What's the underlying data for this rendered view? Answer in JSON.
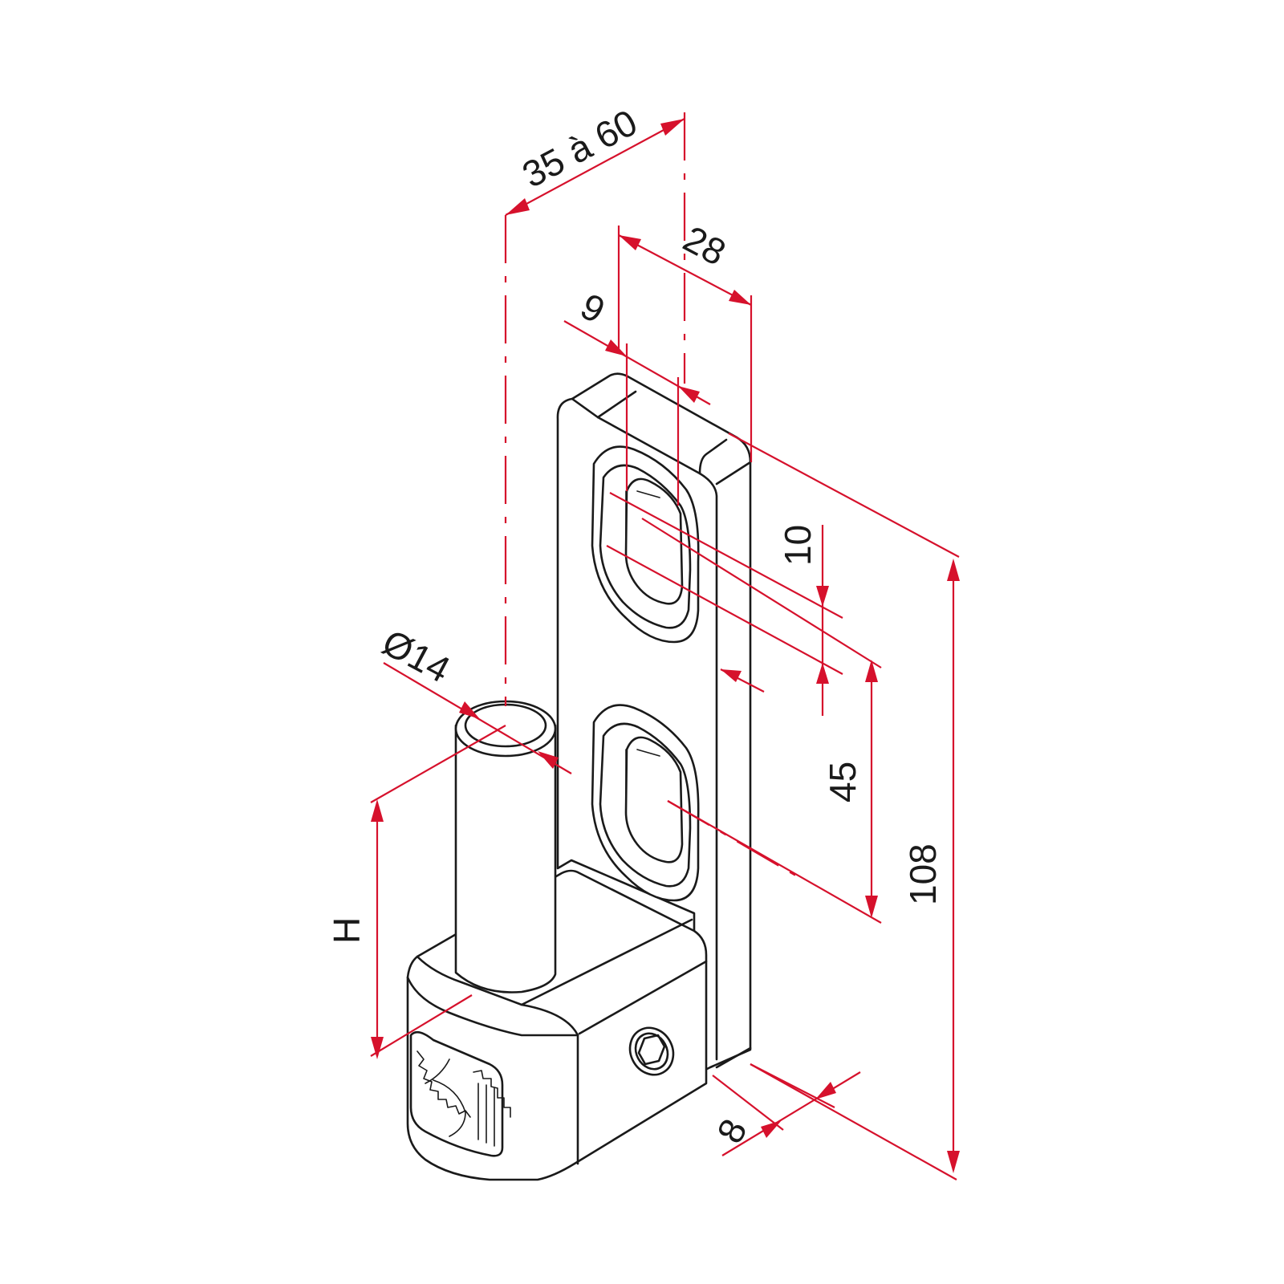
{
  "dimensions": {
    "width_range": "35 à 60",
    "hole_offset": "28",
    "hole_width": "9",
    "slot_length": "10",
    "hole_spacing": "45",
    "total_height": "108",
    "pin_diameter": "Ø14",
    "pin_height": "H",
    "plate_thickness": "8"
  },
  "colors": {
    "dimension": "#d6112c",
    "part": "#1a1a1a",
    "background": "#ffffff"
  }
}
